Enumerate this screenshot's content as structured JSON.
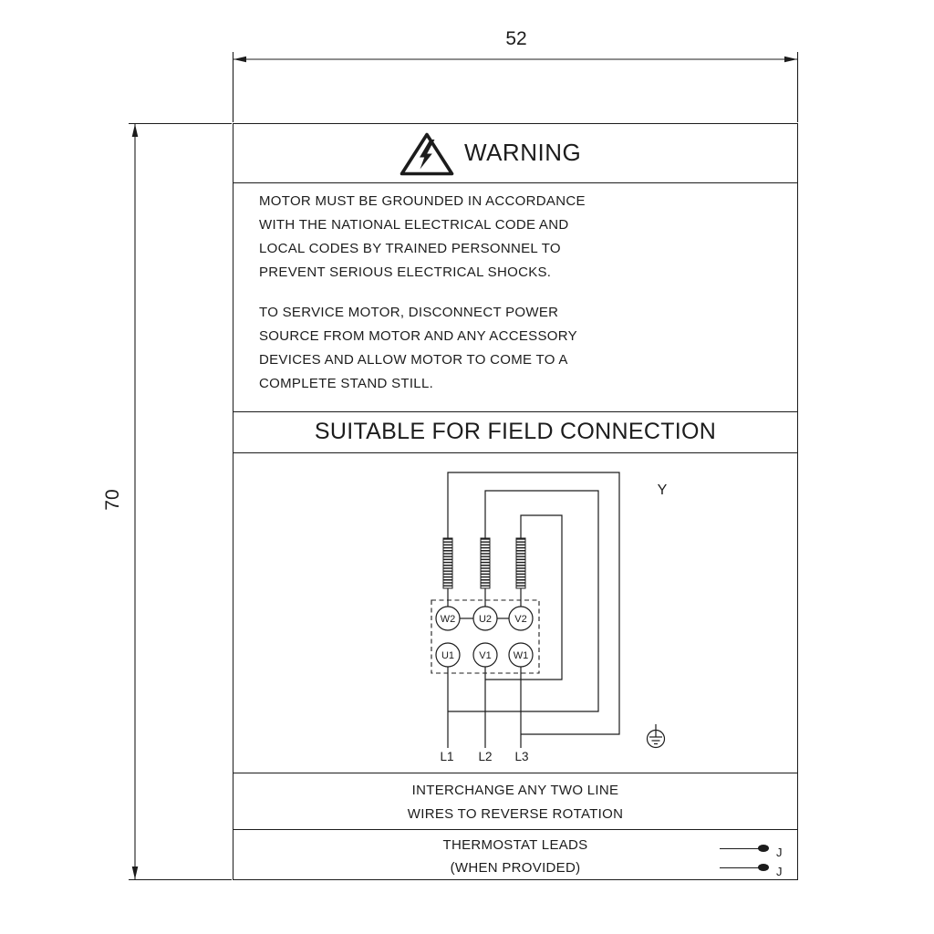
{
  "colors": {
    "line": "#1c1c1c",
    "background": "#ffffff"
  },
  "icons": {
    "warning": "high-voltage-warning-triangle-icon",
    "ground": "protective-earth-icon"
  },
  "dimensions": {
    "width_value": "52",
    "height_value": "70"
  },
  "label": {
    "header": {
      "title": "WARNING"
    },
    "body": {
      "paragraph1": [
        "MOTOR MUST BE GROUNDED IN ACCORDANCE",
        "WITH THE NATIONAL ELECTRICAL CODE AND",
        "LOCAL CODES BY TRAINED PERSONNEL TO",
        "PREVENT SERIOUS ELECTRICAL SHOCKS."
      ],
      "paragraph2": [
        "TO SERVICE MOTOR, DISCONNECT POWER",
        "SOURCE FROM MOTOR AND ANY ACCESSORY",
        "DEVICES AND ALLOW MOTOR TO COME TO A",
        "COMPLETE STAND STILL."
      ]
    },
    "connection_title": "SUITABLE FOR FIELD CONNECTION",
    "diagram": {
      "connection_type": "Y",
      "terminals_top": [
        "W2",
        "U2",
        "V2"
      ],
      "terminals_bottom": [
        "U1",
        "V1",
        "W1"
      ],
      "line_leads": [
        "L1",
        "L2",
        "L3"
      ]
    },
    "reverse_note": [
      "INTERCHANGE ANY TWO LINE",
      "WIRES TO REVERSE ROTATION"
    ],
    "thermostat": {
      "note": [
        "THERMOSTAT LEADS",
        "(WHEN PROVIDED)"
      ],
      "lead_labels": [
        "J",
        "J"
      ]
    }
  }
}
